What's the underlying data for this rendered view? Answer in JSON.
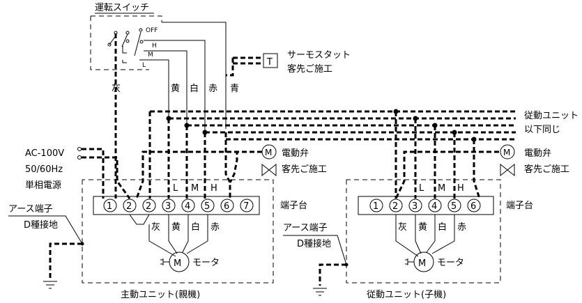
{
  "switch": {
    "title": "運転スイッチ",
    "off": "OFF",
    "h": "H",
    "m": "M",
    "l": "L"
  },
  "thermostat": {
    "symbol": "T",
    "label1": "サーモスタット",
    "label2": "客先ご施工"
  },
  "wire_colors": {
    "gray": "灰",
    "yellow": "黄",
    "white": "白",
    "red": "赤",
    "blue": "青"
  },
  "slave_note": [
    "従動ユニット",
    "以下同じ"
  ],
  "power": {
    "line1": "AC-100V",
    "line2": "50/60Hz",
    "line3": "単相電源"
  },
  "valve": {
    "symbol": "M",
    "label1": "電動弁",
    "label2": "客先ご施工"
  },
  "ground": {
    "label1": "アース端子",
    "label2": "D種接地"
  },
  "terminal_block_label": "端子台",
  "speed_letters": [
    "L",
    "M",
    "H"
  ],
  "motor": {
    "symbol": "M",
    "label": "モータ"
  },
  "main_unit": {
    "terminals": [
      "1",
      "2",
      "2",
      "3",
      "4",
      "5",
      "6",
      "7"
    ],
    "caption": "主動ユニット(親機)"
  },
  "slave_unit": {
    "terminals": [
      "1",
      "2",
      "3",
      "4",
      "5",
      "6"
    ],
    "caption": "従動ユニット(子機)"
  }
}
